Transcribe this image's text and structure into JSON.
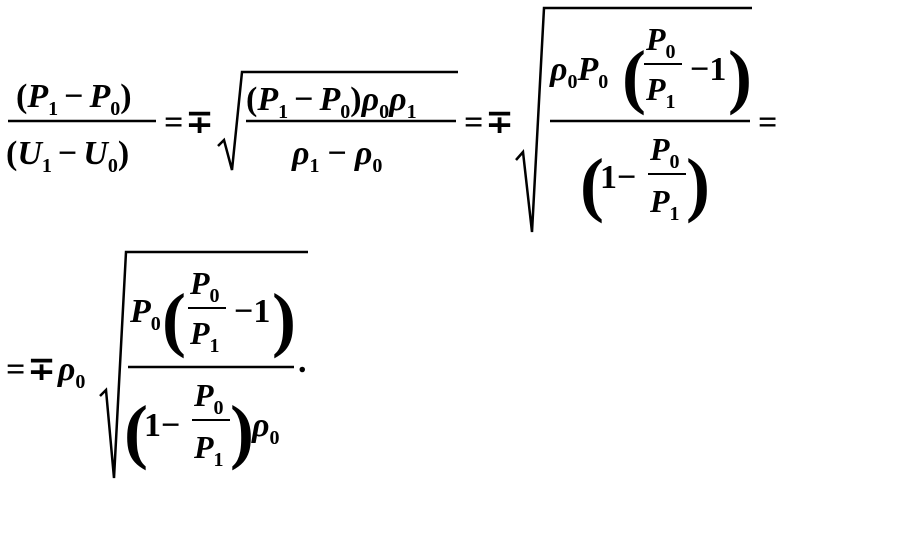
{
  "equation": {
    "line1": {
      "lhs": {
        "num": "(P1 − P0)",
        "den": "(U1 − U0)"
      },
      "term1": {
        "sign": "= ∓",
        "num": "(P1 − P0)ρ0ρ1",
        "den": "ρ1 − ρ0"
      },
      "term2": {
        "sign": "= ∓",
        "num": "ρ0P0(P0/P1 − 1)",
        "den": "(1 − P0/P1)"
      },
      "end": "="
    },
    "line2": {
      "sign": "= ∓ρ0",
      "num": "P0(P0/P1 − 1)",
      "den": "(1 − P0/P1)ρ0",
      "end": "."
    }
  },
  "glyphs": {
    "P": "P",
    "U": "U",
    "rho": "ρ",
    "one": "1",
    "zero": "0",
    "minus": "−",
    "eq": "=",
    "mp": "∓",
    "lp": "(",
    "rp": ")",
    "period": "."
  }
}
